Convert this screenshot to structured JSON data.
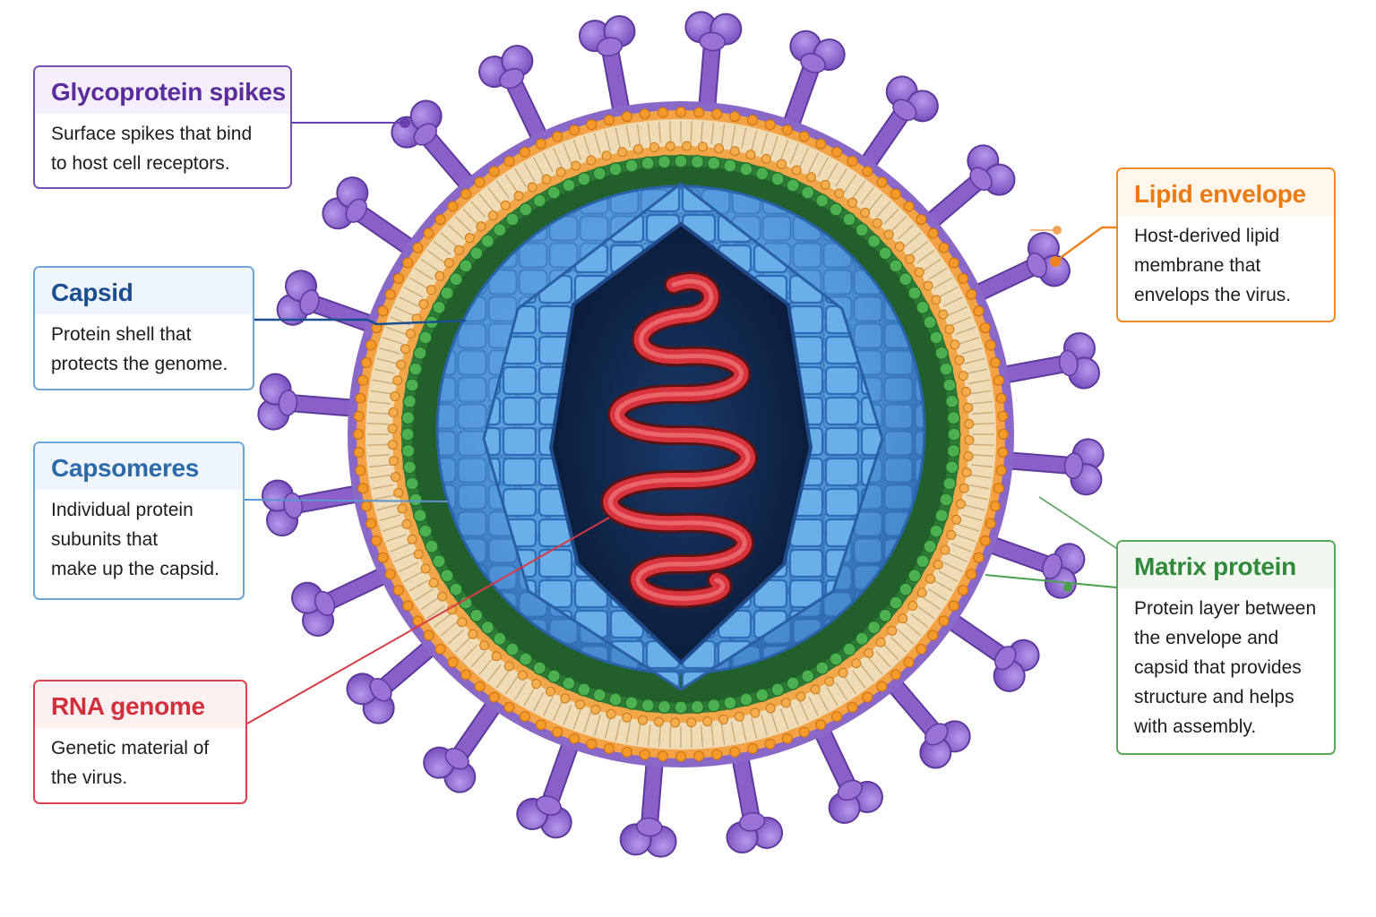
{
  "callouts": {
    "glycoprotein": {
      "title": "Glycoprotein spikes",
      "lines": [
        "Surface spikes that bind",
        "to host cell receptors."
      ]
    },
    "capsid": {
      "title": "Capsid",
      "lines": [
        "Protein shell that",
        "protects the genome."
      ]
    },
    "capsomeres": {
      "title": "Capsomeres",
      "lines": [
        "Individual protein",
        "subunits that",
        "make up the capsid."
      ]
    },
    "rna": {
      "title": "RNA genome",
      "lines": [
        "Genetic material of",
        "the virus."
      ]
    },
    "lipid": {
      "title": "Lipid envelope",
      "lines": [
        "Host-derived lipid",
        "membrane that",
        "envelops the virus."
      ]
    },
    "matrix": {
      "title": "Matrix protein",
      "lines": [
        "Protein layer between",
        "the envelope and",
        "capsid that provides",
        "structure and helps",
        "with assembly."
      ]
    }
  },
  "colors": {
    "spike": "#8a5fc9",
    "lipid_head": "#f0a035",
    "lipid_tail": "#e8d3ad",
    "matrix": "#3f9b46",
    "capsid": "#4e95dc",
    "rna": "#d8343e",
    "core": "#0e2447"
  }
}
